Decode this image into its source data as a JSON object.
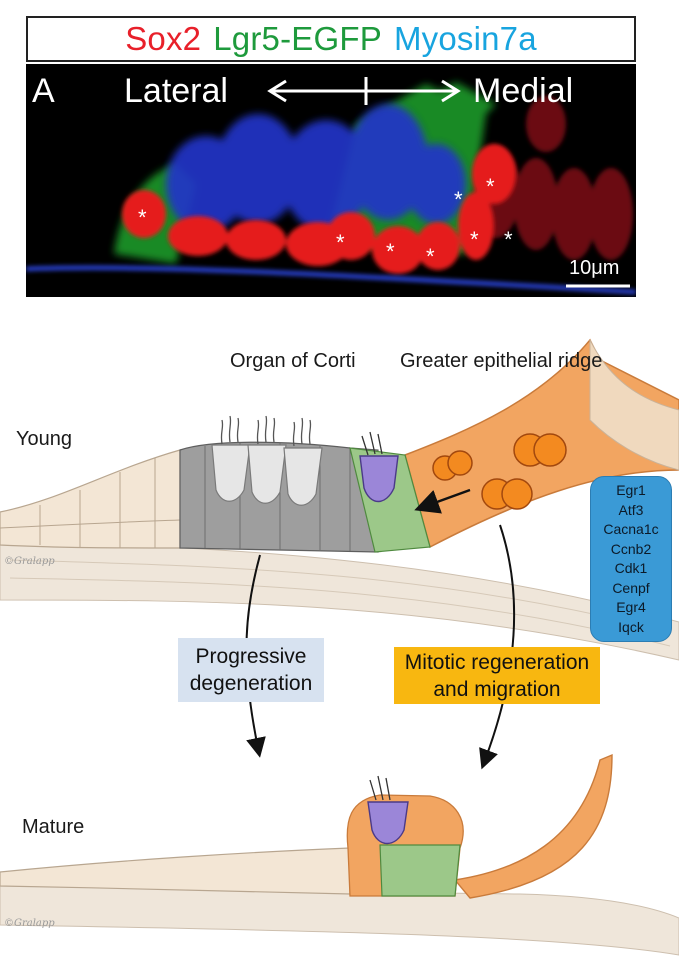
{
  "figure": {
    "legend": [
      {
        "text": "Sox2",
        "color": "#e8202a"
      },
      {
        "text": "Lgr5-EGFP",
        "color": "#1e9a3c"
      },
      {
        "text": "Myosin7a",
        "color": "#18a4df"
      }
    ],
    "micrograph": {
      "panel_letter": "A",
      "left_direction": "Lateral",
      "right_direction": "Medial",
      "marker": "*",
      "scale_bar": "10μm"
    }
  },
  "diagram": {
    "labels": {
      "organ_of_corti": "Organ of Corti",
      "greater_epithelial_ridge": "Greater epithelial ridge",
      "young": "Young",
      "mature": "Mature"
    },
    "genes": [
      "Egr1",
      "Atf3",
      "Cacna1c",
      "Ccnb2",
      "Cdk1",
      "Cenpf",
      "Egr4",
      "Iqck"
    ],
    "outcomes": {
      "degeneration": [
        "Progressive",
        "degeneration"
      ],
      "regeneration": [
        "Mitotic regeneration",
        "and migration"
      ]
    },
    "signature": "©Gralapp",
    "colors": {
      "orange_tissue": "#f2a561",
      "support_green": "#9cc889",
      "hair_cell_purple": "#9b86d8",
      "degenerating_gray": "#9e9e9e",
      "mesenchyme": "#efe6da"
    }
  }
}
